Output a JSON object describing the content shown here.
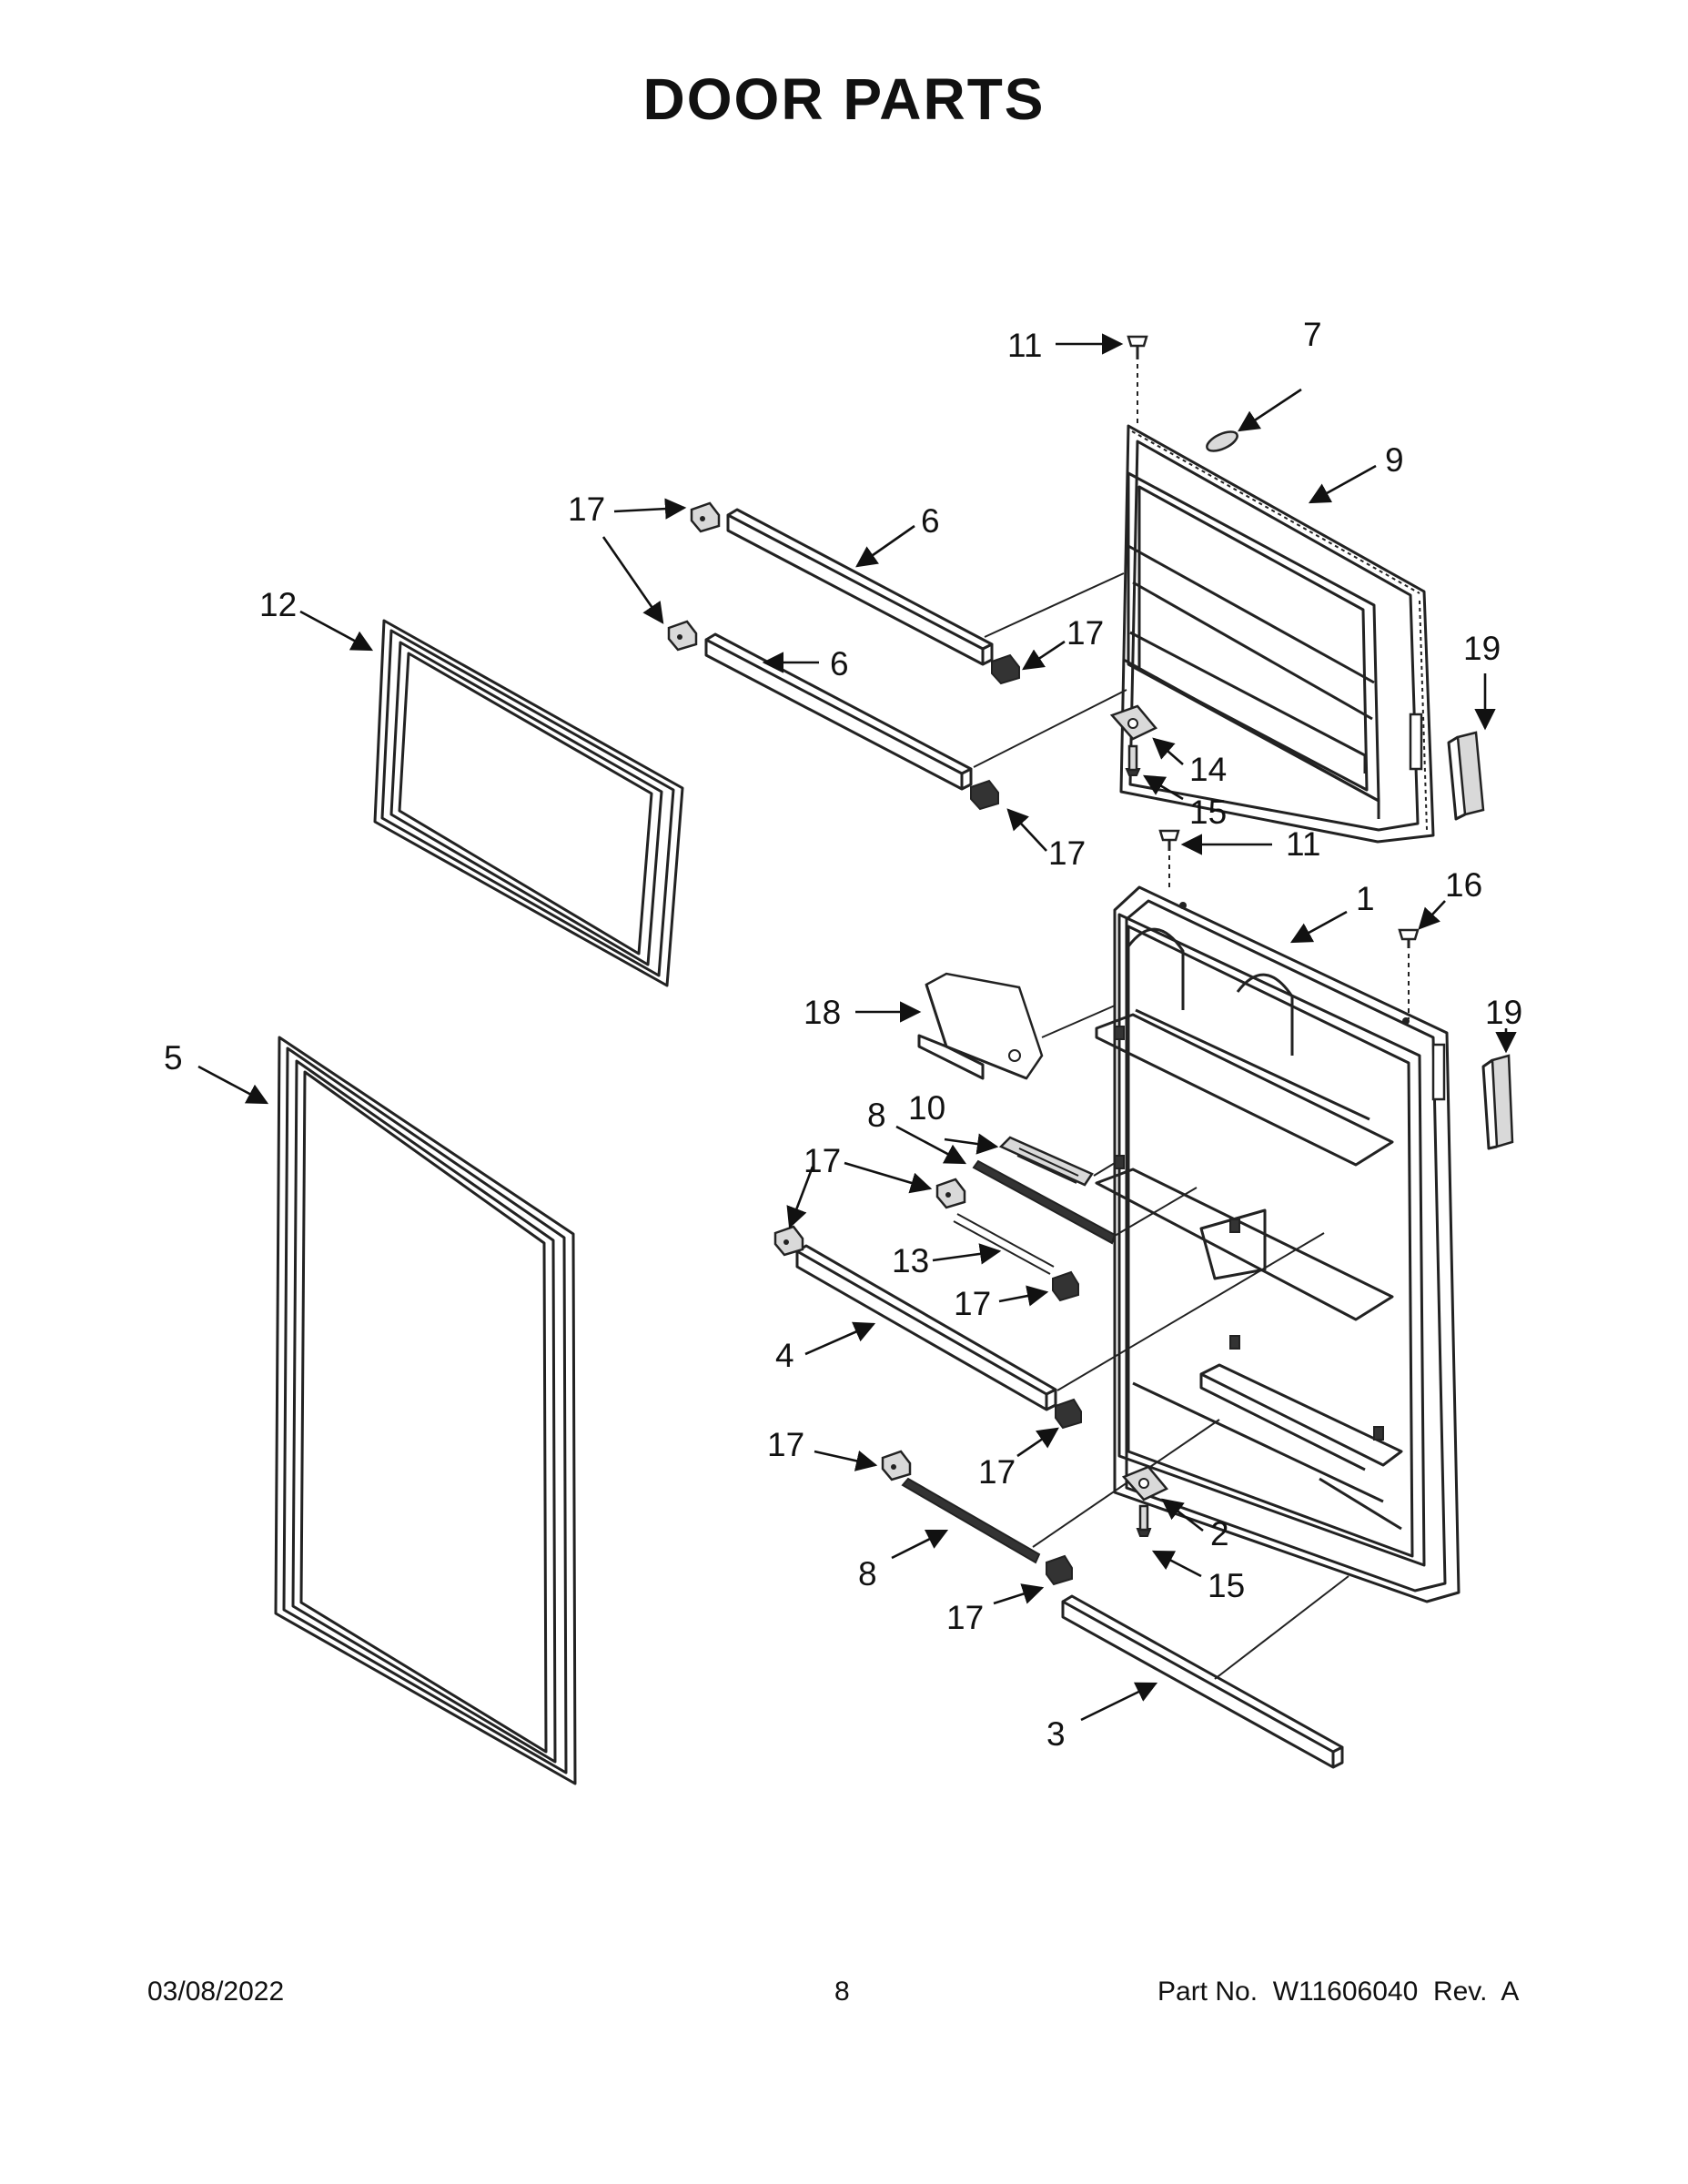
{
  "page": {
    "title": "DOOR PARTS",
    "date": "03/08/2022",
    "page_number": "8",
    "part_number_text": "Part No.  W11606040  Rev.  A"
  },
  "callouts": [
    {
      "id": "c11a",
      "label": "11"
    },
    {
      "id": "c7",
      "label": "7"
    },
    {
      "id": "c9",
      "label": "9"
    },
    {
      "id": "c17a",
      "label": "17"
    },
    {
      "id": "c6a",
      "label": "6"
    },
    {
      "id": "c12",
      "label": "12"
    },
    {
      "id": "c6b",
      "label": "6"
    },
    {
      "id": "c17b",
      "label": "17"
    },
    {
      "id": "c19a",
      "label": "19"
    },
    {
      "id": "c14",
      "label": "14"
    },
    {
      "id": "c15a",
      "label": "15"
    },
    {
      "id": "c17c",
      "label": "17"
    },
    {
      "id": "c11b",
      "label": "11"
    },
    {
      "id": "c16",
      "label": "16"
    },
    {
      "id": "c1",
      "label": "1"
    },
    {
      "id": "c18",
      "label": "18"
    },
    {
      "id": "c19b",
      "label": "19"
    },
    {
      "id": "c5",
      "label": "5"
    },
    {
      "id": "c8a",
      "label": "8"
    },
    {
      "id": "c10",
      "label": "10"
    },
    {
      "id": "c17d",
      "label": "17"
    },
    {
      "id": "c13",
      "label": "13"
    },
    {
      "id": "c17e",
      "label": "17"
    },
    {
      "id": "c4",
      "label": "4"
    },
    {
      "id": "c17f",
      "label": "17"
    },
    {
      "id": "c17g",
      "label": "17"
    },
    {
      "id": "c2",
      "label": "2"
    },
    {
      "id": "c15b",
      "label": "15"
    },
    {
      "id": "c8b",
      "label": "8"
    },
    {
      "id": "c17h",
      "label": "17"
    },
    {
      "id": "c3",
      "label": "3"
    }
  ]
}
